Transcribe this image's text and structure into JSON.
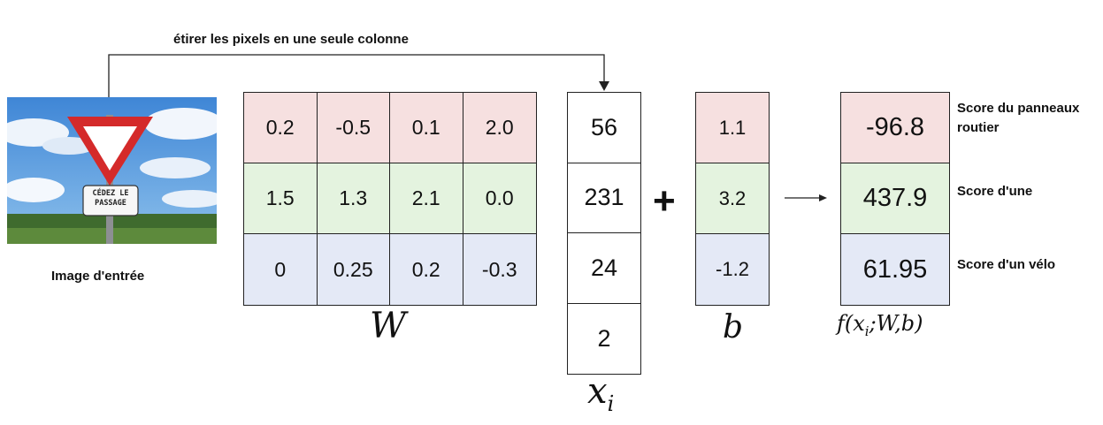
{
  "caption_top": "étirer les pixels en une seule colonne",
  "input_image": {
    "sign_text_line1": "CÉDEZ LE",
    "sign_text_line2": "PASSAGE",
    "label": "Image d'entrée"
  },
  "weights": {
    "label": "W",
    "rows": [
      [
        "0.2",
        "-0.5",
        "0.1",
        "2.0"
      ],
      [
        "1.5",
        "1.3",
        "2.1",
        "0.0"
      ],
      [
        "0",
        "0.25",
        "0.2",
        "-0.3"
      ]
    ]
  },
  "x_vector": {
    "label": "x",
    "subscript": "i",
    "values": [
      "56",
      "231",
      "24",
      "2"
    ]
  },
  "operator": "+",
  "bias": {
    "label": "b",
    "values": [
      "1.1",
      "3.2",
      "-1.2"
    ]
  },
  "output": {
    "label": "f(x",
    "label_sub": "i",
    "label_rest": ";W,b)",
    "values": [
      "-96.8",
      "437.9",
      "61.95"
    ]
  },
  "scores": [
    "Score du panneaux",
    "routier",
    "Score d'une",
    "Score d'un vélo"
  ],
  "colors": {
    "row1": "#f6e0e0",
    "row2": "#e4f3df",
    "row3": "#e4e9f6",
    "sign_red": "#d42a2a"
  }
}
